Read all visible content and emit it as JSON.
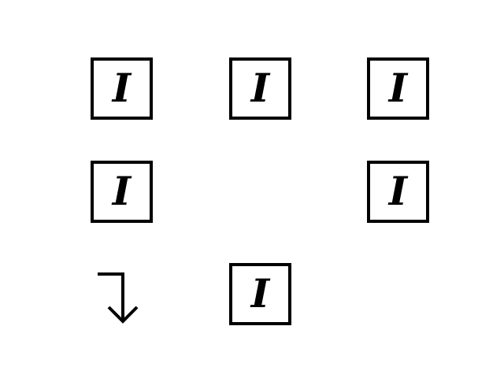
{
  "icons": {
    "italic_box": "italic-text-icon",
    "arrow": "arrow-down-right-turn-icon"
  },
  "grid": {
    "cells": [
      {
        "row": 1,
        "col": 1,
        "glyph": "I"
      },
      {
        "row": 1,
        "col": 2,
        "glyph": "I"
      },
      {
        "row": 1,
        "col": 3,
        "glyph": "I"
      },
      {
        "row": 2,
        "col": 1,
        "glyph": "I"
      },
      {
        "row": 2,
        "col": 3,
        "glyph": "I"
      },
      {
        "row": 3,
        "col": 2,
        "glyph": "I"
      }
    ]
  },
  "colors": {
    "foreground": "#000000",
    "background": "#ffffff"
  }
}
